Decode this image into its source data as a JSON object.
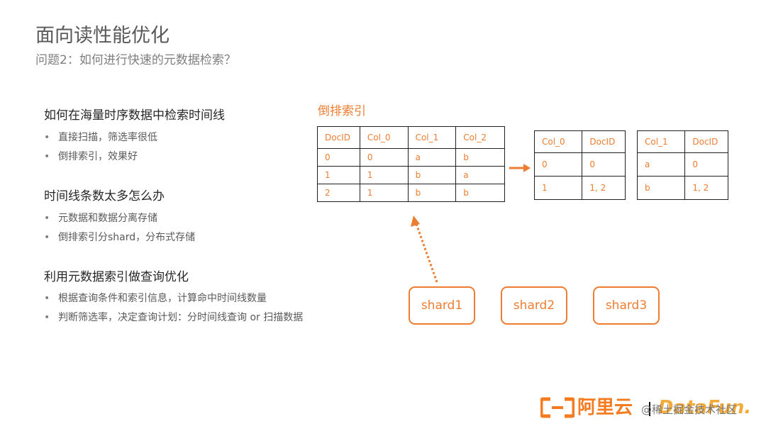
{
  "header": {
    "title": "面向读性能优化",
    "subtitle": "问题2：如何进行快速的元数据检索？"
  },
  "sections": [
    {
      "heading": "如何在海量时序数据中检索时间线",
      "bullets": [
        "直接扫描，筛选率很低",
        "倒排索引，效果好"
      ]
    },
    {
      "heading": "时间线条数太多怎么办",
      "bullets": [
        "元数据和数据分离存储",
        "倒排索引分shard，分布式存储"
      ]
    },
    {
      "heading": "利用元数据索引做查询优化",
      "bullets": [
        "根据查询条件和索引信息，计算命中时间线数量",
        "判断筛选率，决定查询计划：分时间线查询 or 扫描数据"
      ]
    }
  ],
  "bullet_marker": "•",
  "diagram": {
    "title": "倒排索引",
    "main_table": {
      "header": [
        "DocID",
        "Col_0",
        "Col_1",
        "Col_2"
      ],
      "rows": [
        [
          "0",
          "0",
          "a",
          "b"
        ],
        [
          "1",
          "1",
          "b",
          "a"
        ],
        [
          "2",
          "1",
          "b",
          "b"
        ]
      ]
    },
    "index_col0": {
      "header": [
        "Col_0",
        "DocID"
      ],
      "rows": [
        [
          "0",
          "0"
        ],
        [
          "1",
          "1, 2"
        ]
      ]
    },
    "index_col1": {
      "header": [
        "Col_1",
        "DocID"
      ],
      "rows": [
        [
          "a",
          "0"
        ],
        [
          "b",
          "1, 2"
        ]
      ]
    },
    "shards": [
      "shard1",
      "shard2",
      "shard3"
    ]
  },
  "footer": {
    "logo_text": "阿里云",
    "watermark": "@稀土掘金技术社区",
    "brand": "DataFun."
  },
  "colors": {
    "accent": "#ed7d31",
    "text": "#595959",
    "border": "#1f1f1f"
  },
  "icons": [
    "aliyun-logo-icon",
    "right-arrow-icon",
    "dotted-up-arrow-icon"
  ]
}
